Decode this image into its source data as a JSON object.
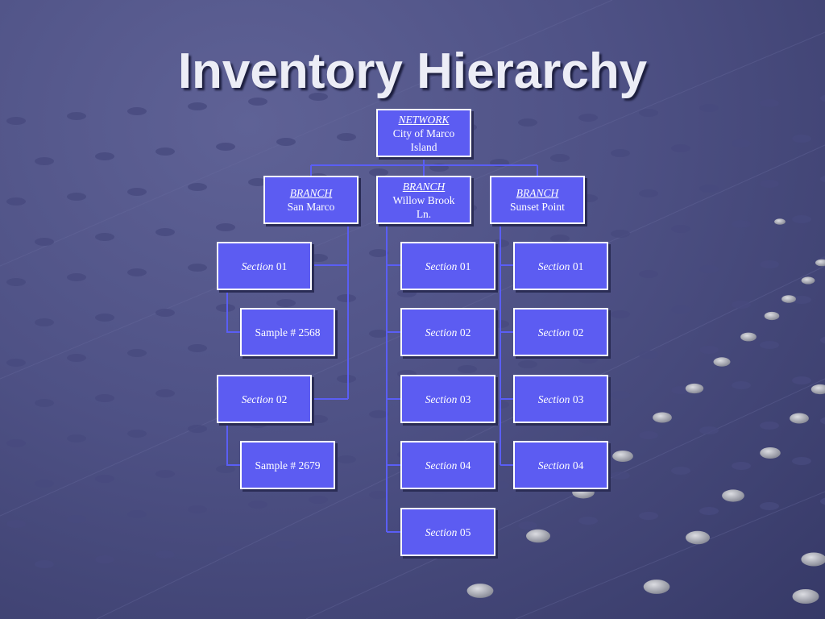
{
  "slide": {
    "title": "Inventory Hierarchy"
  },
  "colors": {
    "node_fill": "#5c5cf2",
    "node_border": "#ffffff",
    "connector": "#5a5ef5"
  },
  "tree": {
    "network": {
      "type": "NETWORK",
      "name_line1": "City of Marco",
      "name_line2": "Island"
    },
    "branches": [
      {
        "type": "BRANCH",
        "name_line1": "San Marco",
        "children": [
          {
            "kw": "Section",
            "num": "01",
            "sample": "Sample # 2568"
          },
          {
            "kw": "Section",
            "num": "02",
            "sample": "Sample # 2679"
          }
        ]
      },
      {
        "type": "BRANCH",
        "name_line1": "Willow Brook",
        "name_line2": "Ln.",
        "children": [
          {
            "kw": "Section",
            "num": "01"
          },
          {
            "kw": "Section",
            "num": "02"
          },
          {
            "kw": "Section",
            "num": "03"
          },
          {
            "kw": "Section",
            "num": "04"
          },
          {
            "kw": "Section",
            "num": "05"
          }
        ]
      },
      {
        "type": "BRANCH",
        "name_line1": "Sunset Point",
        "children": [
          {
            "kw": "Section",
            "num": "01"
          },
          {
            "kw": "Section",
            "num": "02"
          },
          {
            "kw": "Section",
            "num": "03"
          },
          {
            "kw": "Section",
            "num": "04"
          }
        ]
      }
    ]
  }
}
